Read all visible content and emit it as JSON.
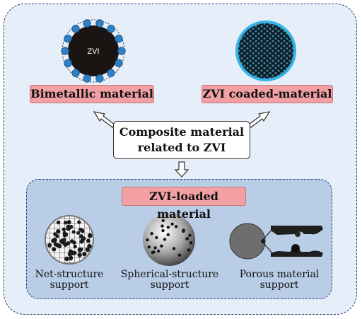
{
  "nodes": {
    "bimetallic": "Bimetallic material",
    "zvi_coaded": "ZVI coaded-material",
    "composite_line1": "Composite material",
    "composite_line2": "related to ZVI",
    "zvi_loaded": "ZVI-loaded material"
  },
  "zvi_particle_label": "ZVI",
  "supports": [
    {
      "line1": "Net-structure",
      "line2": "support"
    },
    {
      "line1": "Spherical-structure",
      "line2": "support"
    },
    {
      "line1": "Porous material",
      "line2": "support"
    }
  ],
  "colors": {
    "background": "#e6eef9",
    "inner_panel": "#b9cde6",
    "label_fill": "#f2a0a3",
    "zvi_core": "#1a1412",
    "bimetal_dots": "#2f7fc4",
    "coating_ring": "#36b4e6"
  }
}
